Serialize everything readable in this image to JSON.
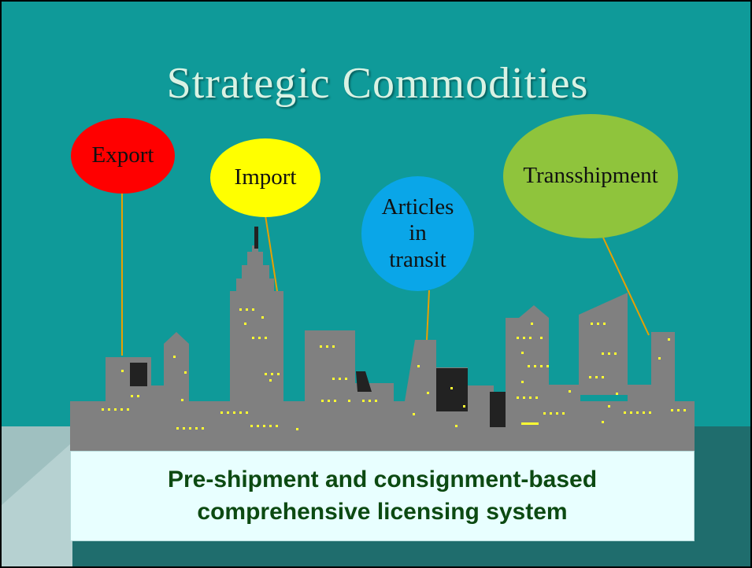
{
  "slide": {
    "title": "Strategic Commodities",
    "balloons": {
      "export": "Export",
      "import": "Import",
      "transit_line1": "Articles",
      "transit_line2": "in",
      "transit_line3": "transit",
      "transshipment": "Transshipment"
    },
    "banner_line1": "Pre-shipment and consignment-based",
    "banner_line2": "comprehensive licensing system"
  },
  "colors": {
    "background": "#0f9a99",
    "export": "#ff0000",
    "import": "#ffff00",
    "transit": "#0aa6e8",
    "transshipment": "#8fc43c",
    "building": "#808080",
    "window": "#ffff33",
    "banner_text": "#0c4a12"
  }
}
